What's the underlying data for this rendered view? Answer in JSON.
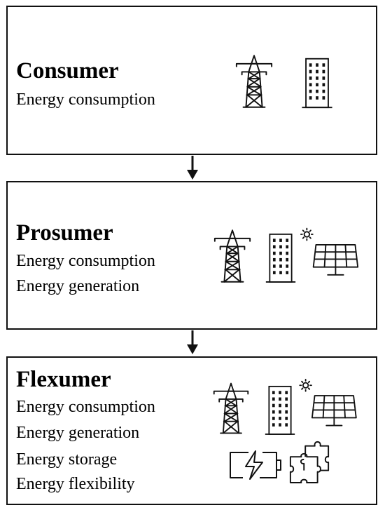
{
  "stages": [
    {
      "title": "Consumer",
      "lines": [
        "Energy consumption"
      ],
      "icons": [
        "power-pylon-icon",
        "building-icon"
      ]
    },
    {
      "title": "Prosumer",
      "lines": [
        "Energy consumption",
        "Energy generation"
      ],
      "icons": [
        "power-pylon-icon",
        "building-icon",
        "solar-panel-icon"
      ]
    },
    {
      "title": "Flexumer",
      "lines": [
        "Energy consumption",
        "Energy generation",
        "Energy storage",
        "Energy flexibility"
      ],
      "icons": [
        "power-pylon-icon",
        "building-icon",
        "solar-panel-icon",
        "battery-charging-icon",
        "puzzle-icon"
      ]
    }
  ],
  "colors": {
    "stroke": "#111111",
    "background": "#ffffff"
  }
}
